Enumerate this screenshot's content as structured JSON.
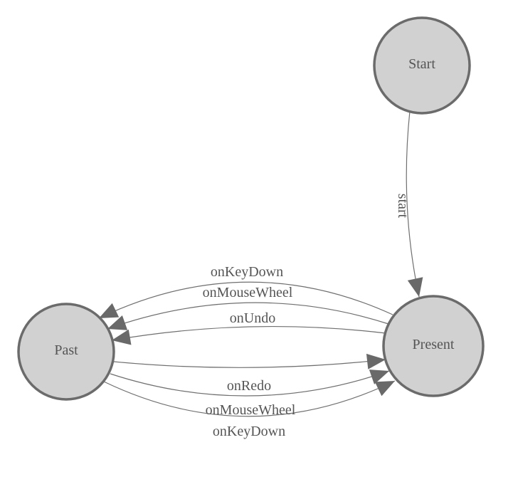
{
  "diagram": {
    "title": "state-machine-diagram",
    "background": "#ffffff",
    "colors": {
      "node_fill": "#d1d1d1",
      "node_border": "#6b6b6b",
      "edge_line": "#6f6f6f",
      "arrowhead": "#696969",
      "label_text": "#555555"
    },
    "nodes": [
      {
        "id": "start",
        "label": "Start"
      },
      {
        "id": "past",
        "label": "Past"
      },
      {
        "id": "present",
        "label": "Present"
      }
    ],
    "edges": [
      {
        "from": "start",
        "to": "present",
        "label": "start"
      },
      {
        "from": "present",
        "to": "past",
        "label": "onKeyDown"
      },
      {
        "from": "present",
        "to": "past",
        "label": "onMouseWheel"
      },
      {
        "from": "present",
        "to": "past",
        "label": "onUndo"
      },
      {
        "from": "past",
        "to": "present",
        "label": "onRedo"
      },
      {
        "from": "past",
        "to": "present",
        "label": "onMouseWheel"
      },
      {
        "from": "past",
        "to": "present",
        "label": "onKeyDown"
      }
    ]
  }
}
